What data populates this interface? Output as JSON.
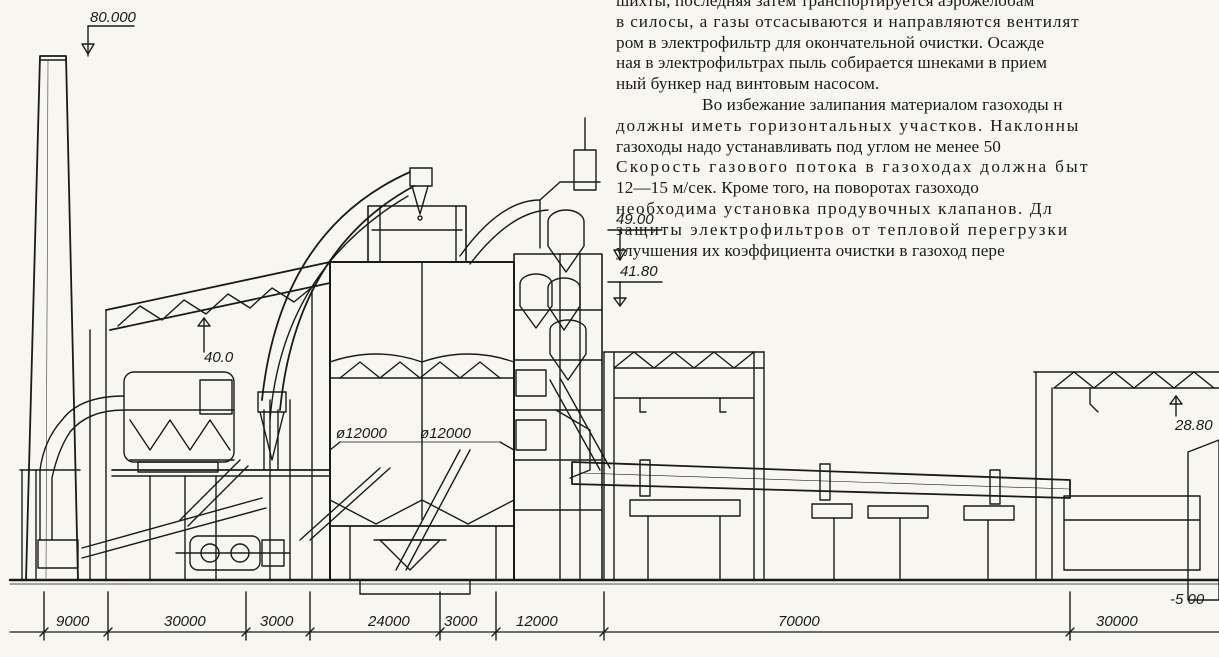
{
  "document": {
    "paragraph_lines": [
      "шихты, последняя затем транспортируется аэрожелобам",
      "в силосы, а газы отсасываются и направляются вентилят",
      "ром в электрофильтр для окончательной очистки. Осажде",
      "ная в электрофильтрах пыль собирается шнеками в прием",
      "ный бункер над винтовым насосом.",
      "Во избежание залипания материалом газоходы н",
      "должны иметь горизонтальных участков. Наклонны",
      "газоходы надо устанавливать под углом не менее 50",
      "Скорость газового потока в газоходах должна быт",
      "12—15 м/сек. Кроме того, на поворотах газоходо",
      "необходима установка продувочных клапанов. Дл",
      "защиты электрофильтров от тепловой перегрузки",
      "улучшения их коэффициента очистки в газоход пере"
    ]
  },
  "drawing": {
    "elevations": {
      "chimney_top": "80.000",
      "level_49": "49.00",
      "level_41": "41.80",
      "level_40": "40.0",
      "level_28": "28.80",
      "level_minus5": "-5 00"
    },
    "silo_diameters": [
      "ø12000",
      "ø12000"
    ],
    "dimensions": [
      "9000",
      "30000",
      "3000",
      "24000",
      "3000",
      "12000",
      "70000",
      "30000"
    ]
  }
}
